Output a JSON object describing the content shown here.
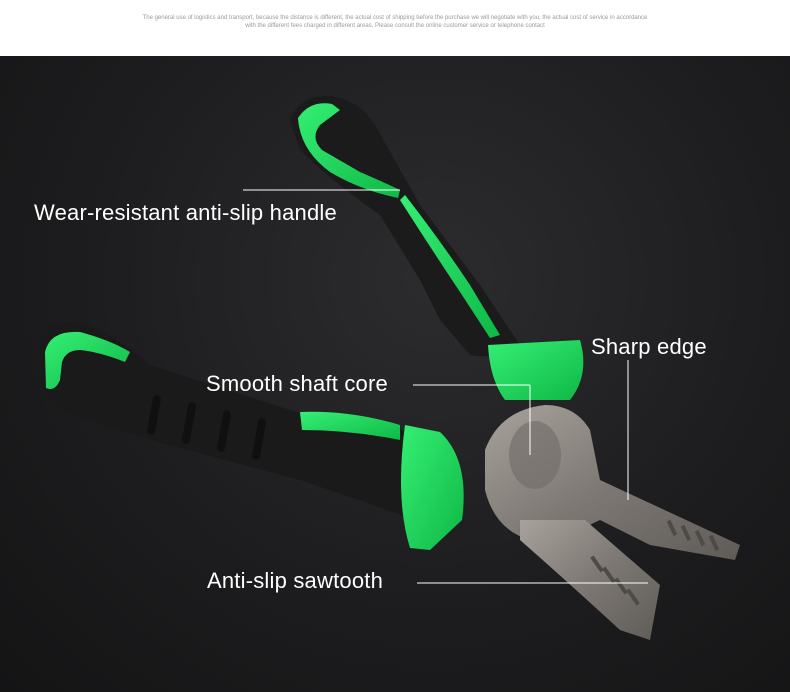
{
  "notice": {
    "line1": "The general use of logistics and transport, because the distance is different, the actual cost of shipping before the purchase we will negotiate with you, the actual cost of service in accordance",
    "line2": "with the different fees charged in different areas. Please consult the online customer service or telephone contact"
  },
  "callouts": {
    "handle": "Wear-resistant anti-slip handle",
    "edge": "Sharp edge",
    "shaft": "Smooth shaft core",
    "sawtooth": "Anti-slip sawtooth"
  },
  "colors": {
    "background": "#1c1c1e",
    "handle_black": "#1a1a1a",
    "handle_green": "#19d35a",
    "metal": "#8a8682"
  }
}
